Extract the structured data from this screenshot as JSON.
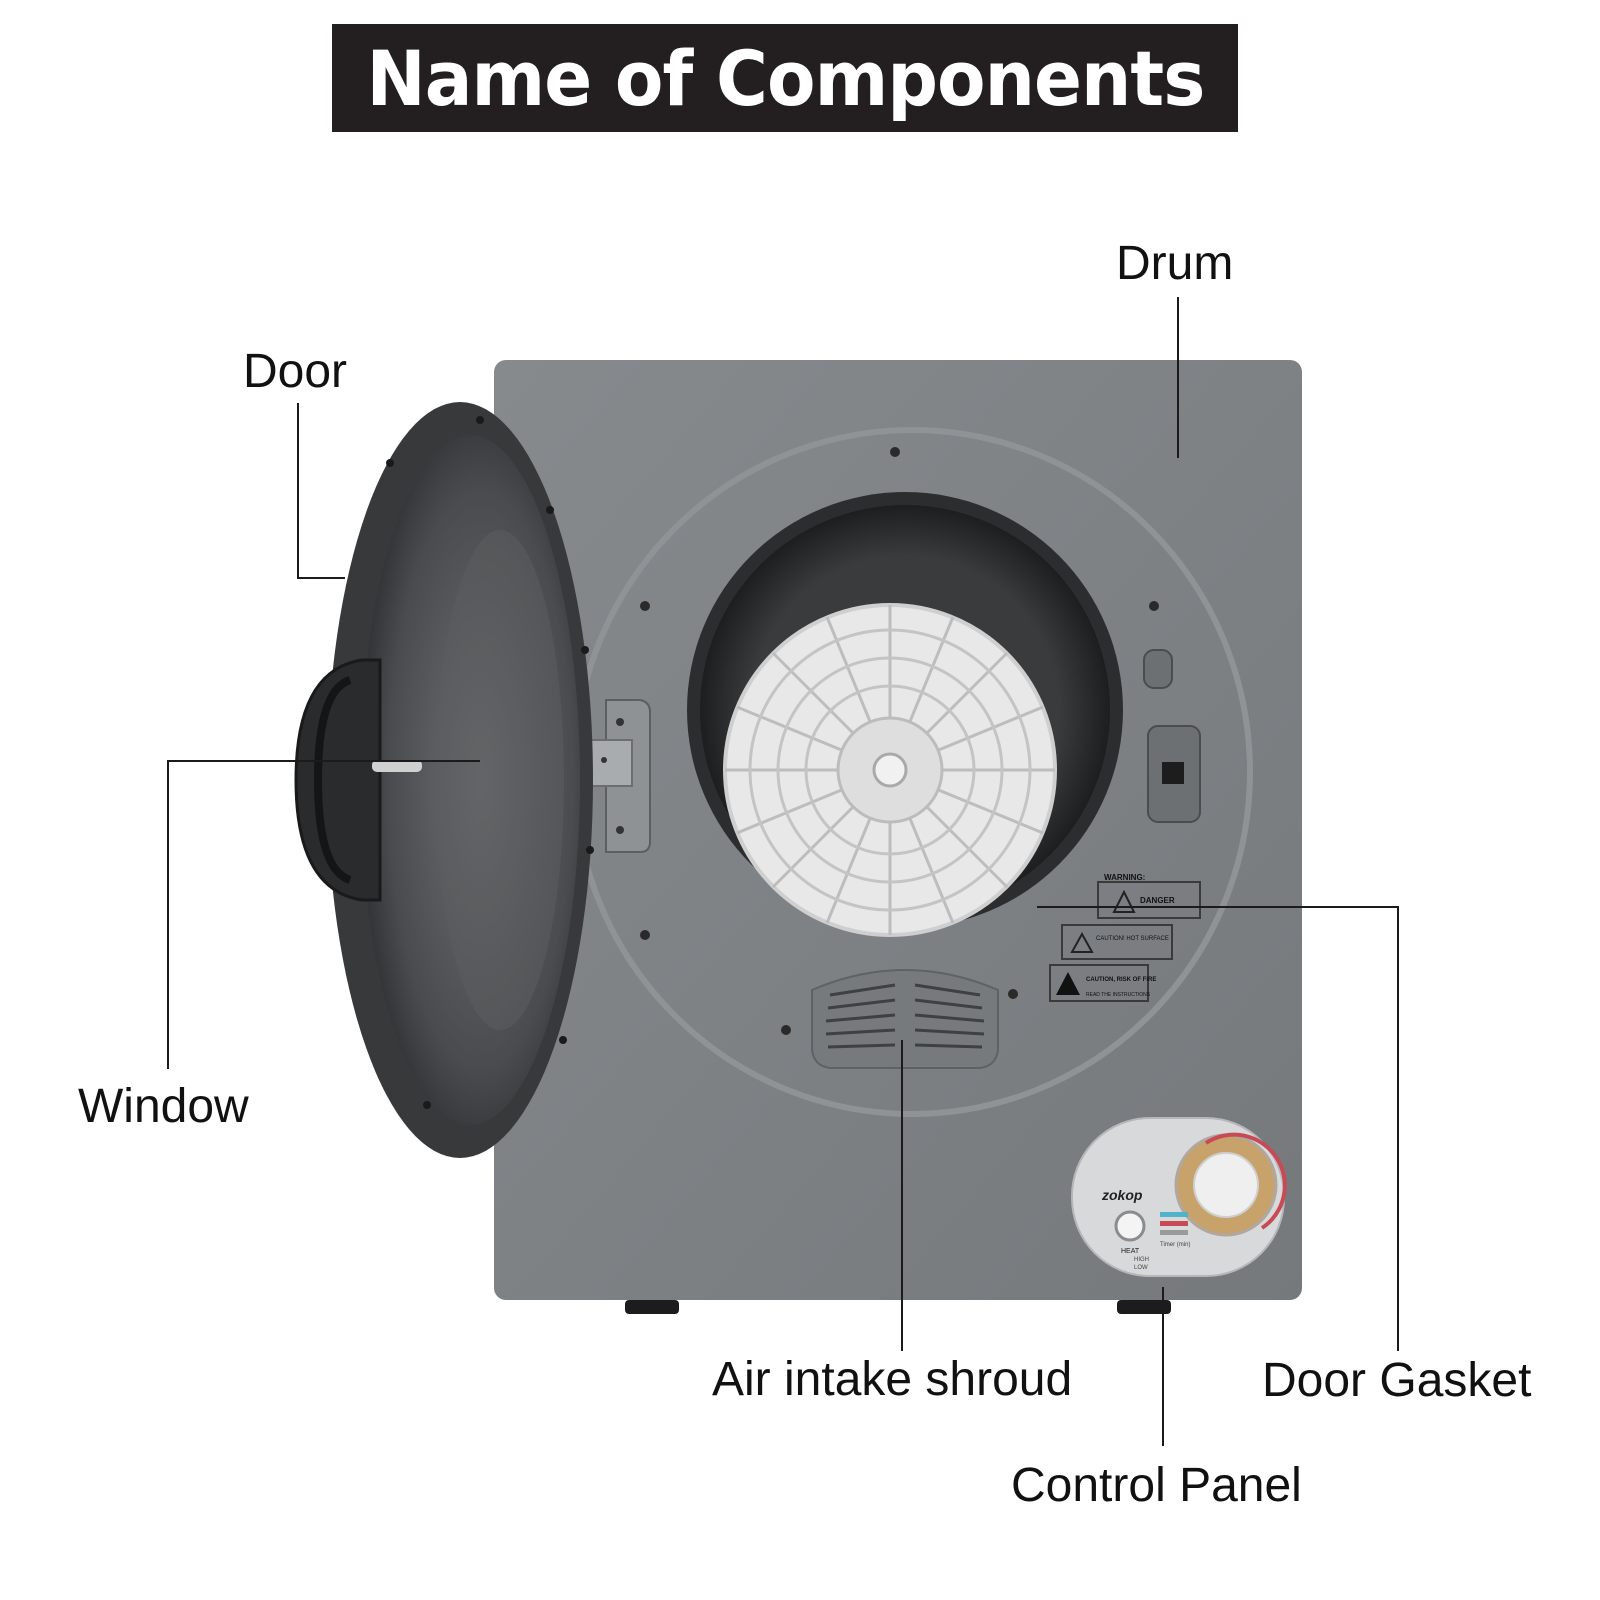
{
  "title": "Name of Components",
  "labels": {
    "drum": "Drum",
    "door": "Door",
    "window": "Window",
    "air_intake": "Air intake shroud",
    "door_gasket": "Door Gasket",
    "control_panel": "Control Panel"
  },
  "device": {
    "brand": "zokop",
    "heat_label": "HEAT",
    "heat_high": "HIGH",
    "heat_low": "LOW",
    "timer_label": "Timer (min)",
    "warning_text": "WARNING:",
    "danger_text": "DANGER",
    "caution_hot": "CAUTION! HOT SURFACE",
    "caution_fire": "CAUTION, RISK OF FIRE",
    "read_instructions": "READ THE INSTRUCTIONS"
  },
  "colors": {
    "title_bg": "#231f20",
    "body_gray": "#7d8083",
    "door_dark": "#2e2f31",
    "drum_white": "#e6e6e6"
  }
}
